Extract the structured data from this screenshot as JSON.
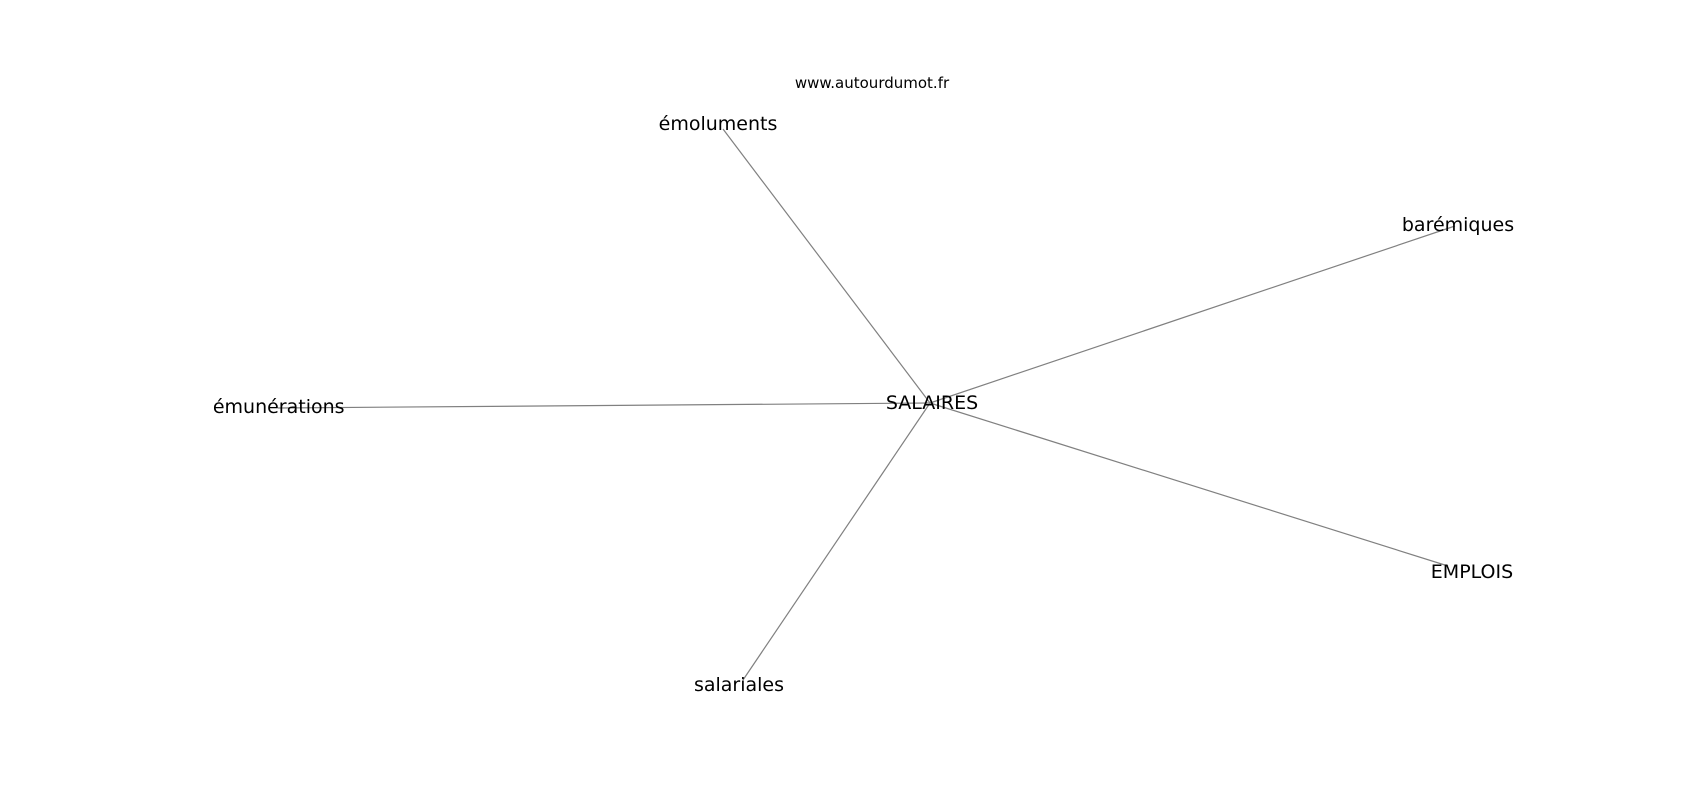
{
  "watermark": "www.autourdumot.fr",
  "center": {
    "label": "SALAIRES"
  },
  "neighbors": [
    {
      "id": "emoluments",
      "label": "émoluments"
    },
    {
      "id": "baremiques",
      "label": "barémiques"
    },
    {
      "id": "remunerations",
      "label": "rémunérations"
    },
    {
      "id": "emplois",
      "label": "EMPLOIS"
    },
    {
      "id": "salariales",
      "label": "salariales"
    }
  ],
  "colors": {
    "edge": "#808080",
    "text": "#000000",
    "background": "#ffffff"
  }
}
